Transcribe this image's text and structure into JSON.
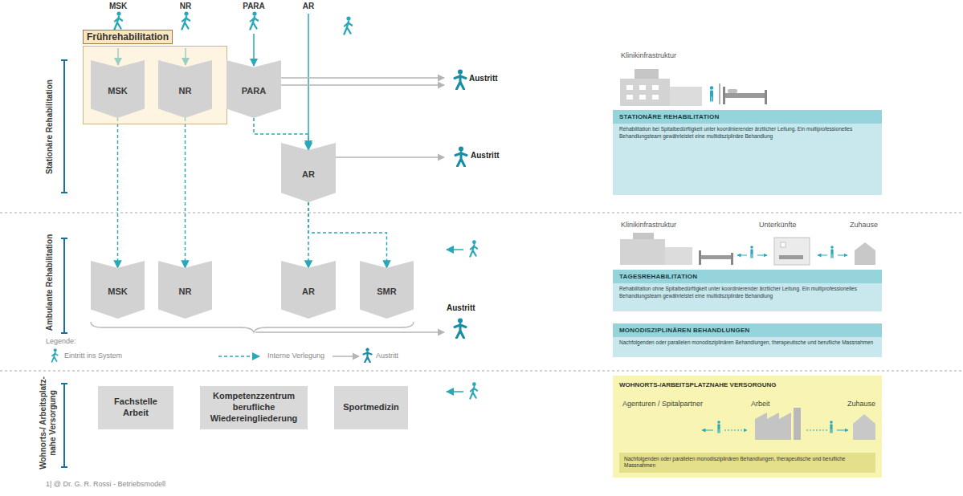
{
  "diagram": {
    "nodes": [
      {
        "text": [
          "Frührehabilitation"
        ]
      },
      {
        "text": [
          "MSK"
        ],
        "in": 0
      },
      {
        "text": [
          "NR"
        ],
        "in": 0
      },
      {
        "text": [
          "PARA"
        ]
      },
      {
        "text": [
          "AR"
        ]
      },
      {
        "text": [
          "MSK"
        ]
      },
      {
        "text": [
          "NR"
        ]
      },
      {
        "text": [
          "AR"
        ]
      },
      {
        "text": [
          "SMR"
        ]
      },
      {
        "text": [
          "Fachstelle Arbeit"
        ]
      },
      {
        "text": [
          "Kompetenzzentrum berufliche Wiedereingliederung"
        ]
      },
      {
        "text": [
          "Sportmedizin"
        ]
      },
      {
        "text": [
          "STATIONÄRE REHABILITATION",
          "Rehabilitation bei Spitalbedürftigkeit unter koordinierender ärztlicher Leitung. Ein multiprofessionelles Behandlungsteam gewährleistet eine multidisziplinäre Behandlung"
        ]
      },
      {
        "text": [
          "TAGESREHABILITATION",
          "Rehabilitation ohne Spitalbedürftigkeit unter koordinierender ärztlicher Leitung. Ein multiprofessionelles Behandlungsteam gewährleistet eine multidisziplinäre Behandlung"
        ]
      },
      {
        "text": [
          "MONODISZIPLINÄREN BEHANDLUNGEN",
          "Nachfolgenden oder parallelen monodisziplinären Behandlungen, therapeutische und berufliche Massnahmen"
        ]
      },
      {
        "text": [
          "WOHNORTS-/ARBEITSPLATZNAHE VERSORGUNG",
          "Agenturen / Spitalpartner",
          "Arbeit",
          "Zuhause"
        ]
      },
      {
        "text": [
          "Nachfolgenden oder parallelen monodisziplinären Behandlungen, therapeutische und berufliche Massnahmen"
        ],
        "in": 15
      }
    ],
    "edges": [
      {
        "from": 1,
        "to": 5,
        "arrow": "to"
      },
      {
        "from": 2,
        "to": 6,
        "arrow": "to"
      },
      {
        "from": 3,
        "to": 4,
        "arrow": "to"
      },
      {
        "from": 4,
        "to": 7,
        "arrow": "to"
      },
      {
        "from": 4,
        "to": 8,
        "arrow": "to"
      }
    ],
    "labels": [
      "MSK",
      "NR",
      "PARA",
      "AR",
      "Austritt",
      "Stationäre Rehabilitation",
      "Austritt",
      "Klinikinfrastruktur",
      "Ambulante Rehabilitation",
      "Klinikinfrastruktur",
      "Unterkünfte",
      "Zuhause",
      "Austritt",
      "Legende:",
      "Wohnorts-/ Arbeitsplatz- nahe Versorgung",
      "1| @ Dr. G. R. Rossi - Betriebsmodell"
    ],
    "legend": [
      {
        "text": "Eintritt ins System"
      },
      {
        "text": "Interne Verlegung"
      },
      {
        "text": "Austritt"
      }
    ]
  }
}
